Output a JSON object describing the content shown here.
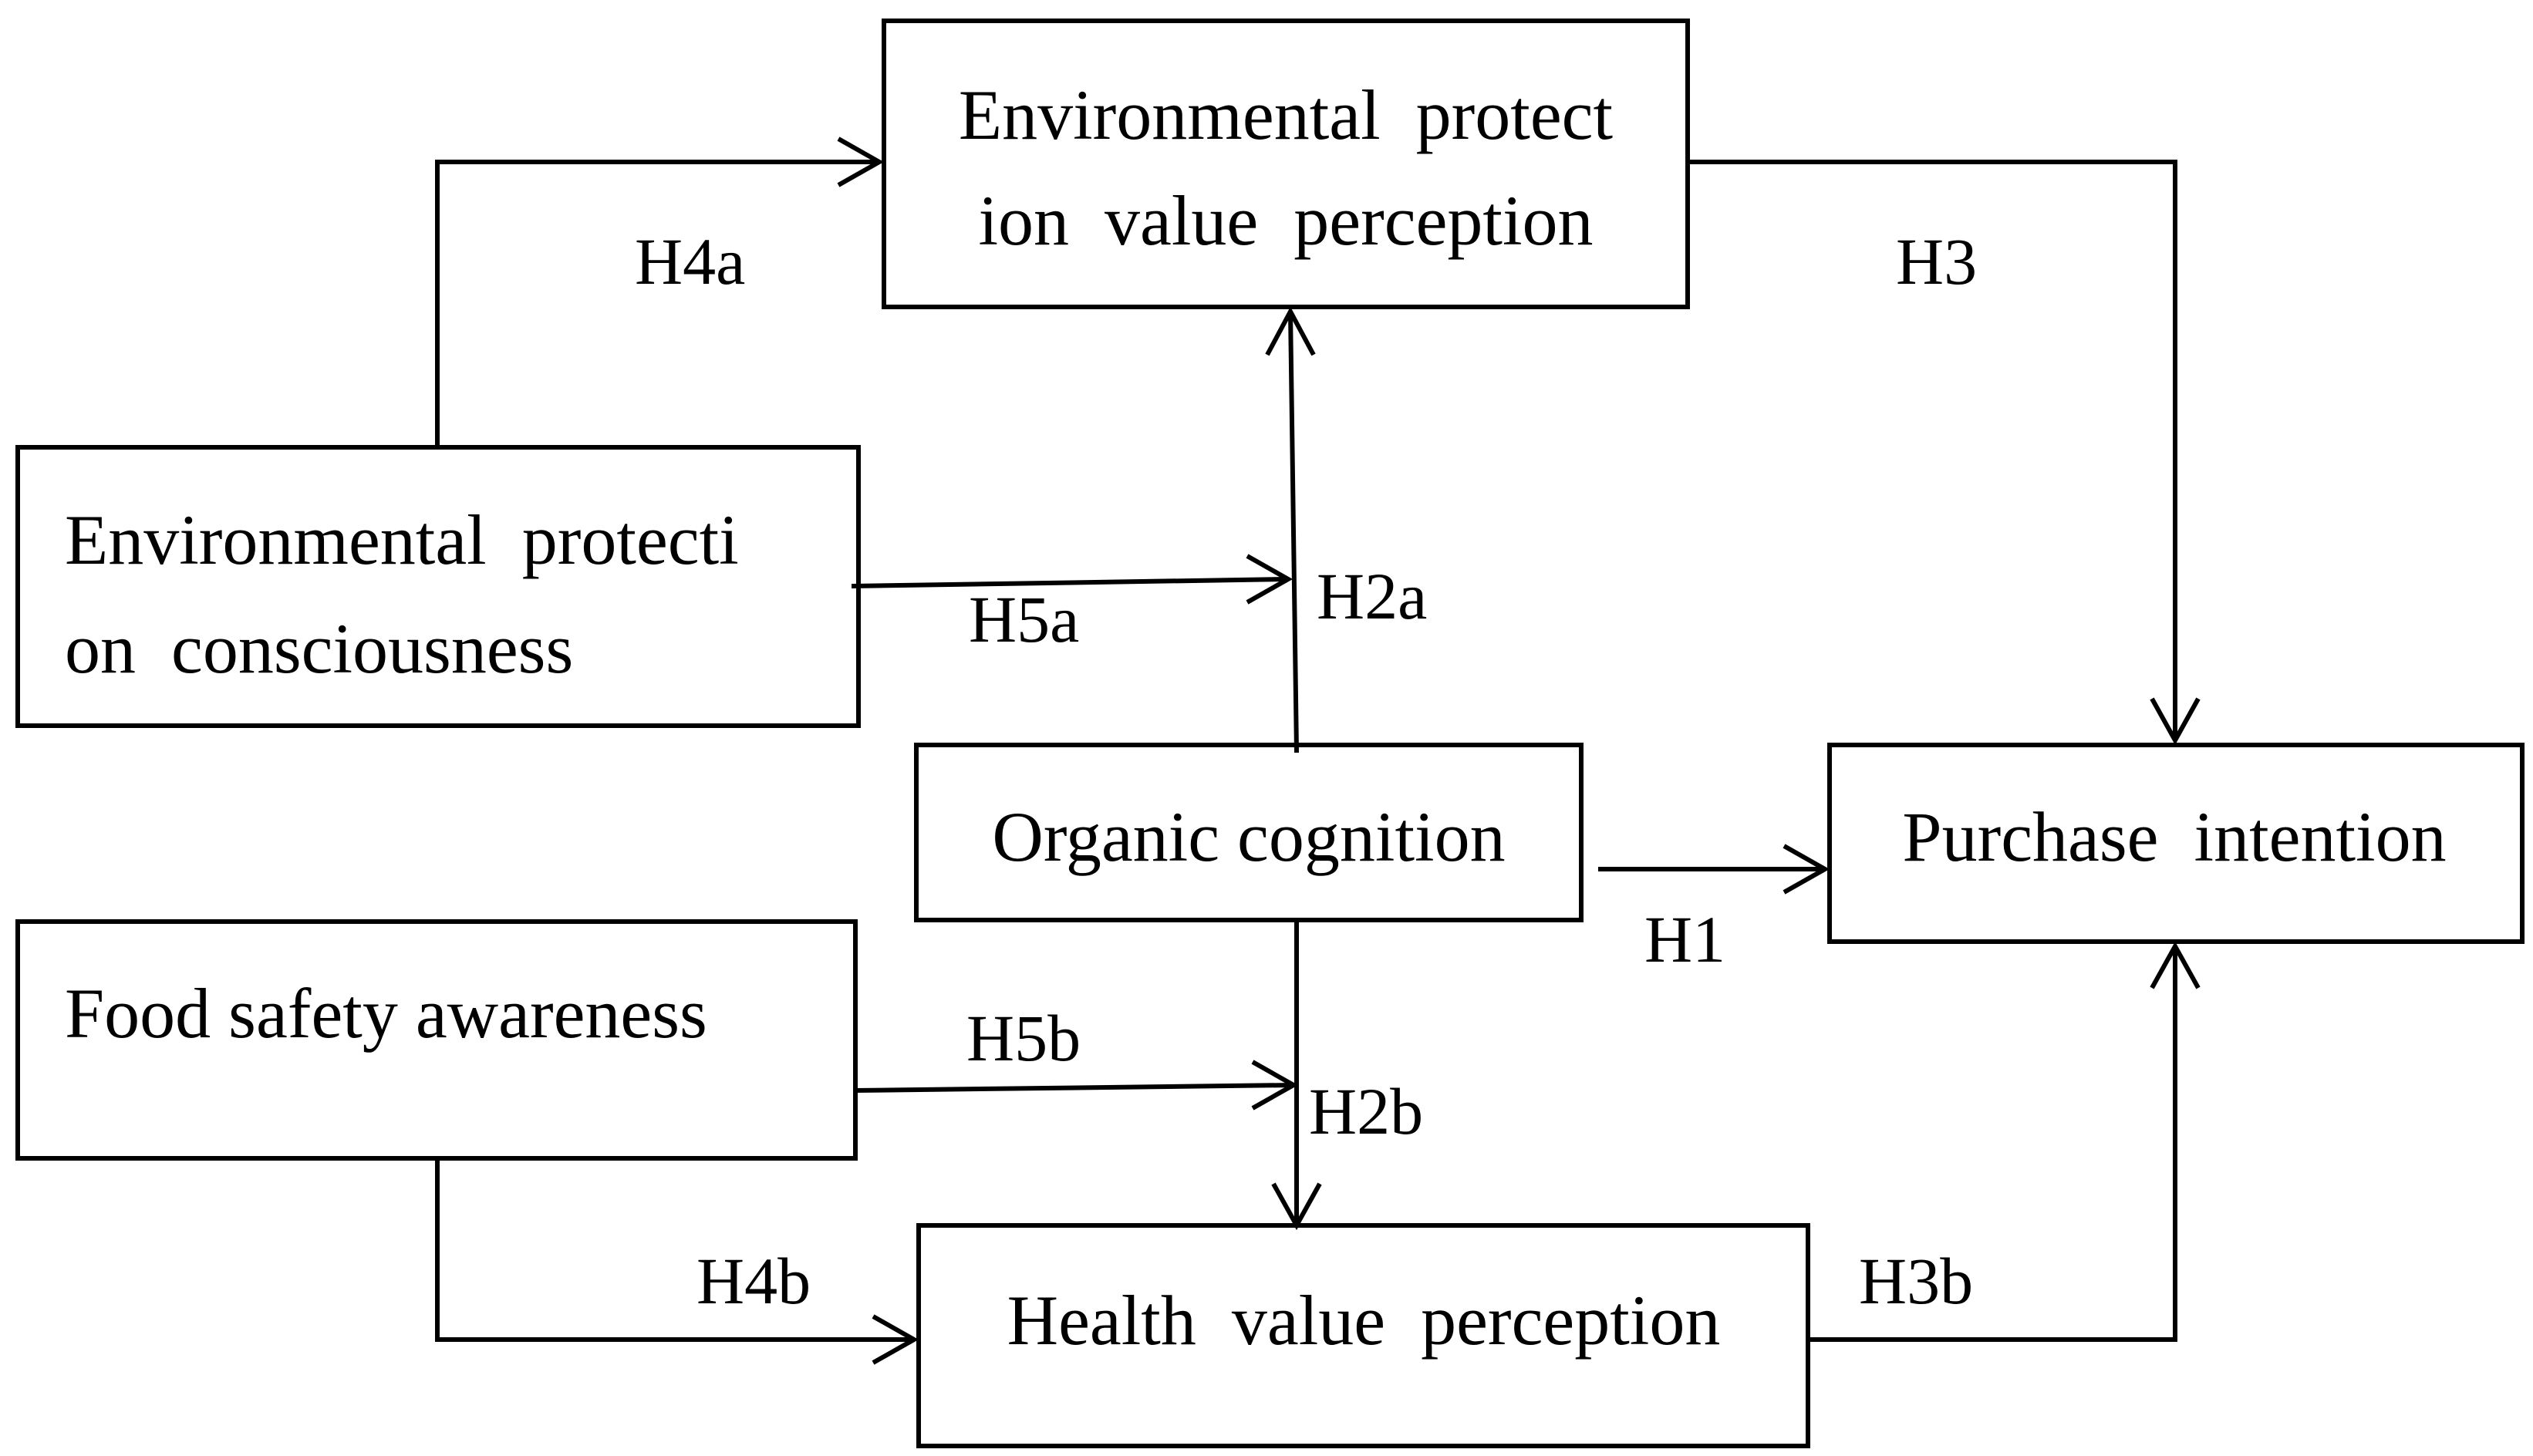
{
  "nodes": {
    "env_value": {
      "line1": "Environmental  protect",
      "line2": "ion  value  perception"
    },
    "env_consciousness": {
      "line1": "Environmental  protecti",
      "line2": "on  consciousness"
    },
    "organic": {
      "label": "Organic cognition"
    },
    "purchase": {
      "label": "Purchase  intention"
    },
    "food_safety": {
      "label": "Food safety awareness"
    },
    "health_value": {
      "label": "Health  value  perception"
    }
  },
  "edges": {
    "h4a": "H4a",
    "h3": "H3",
    "h2a": "H2a",
    "h5a": "H5a",
    "h1": "H1",
    "h5b": "H5b",
    "h2b": "H2b",
    "h4b": "H4b",
    "h3b": "H3b"
  }
}
